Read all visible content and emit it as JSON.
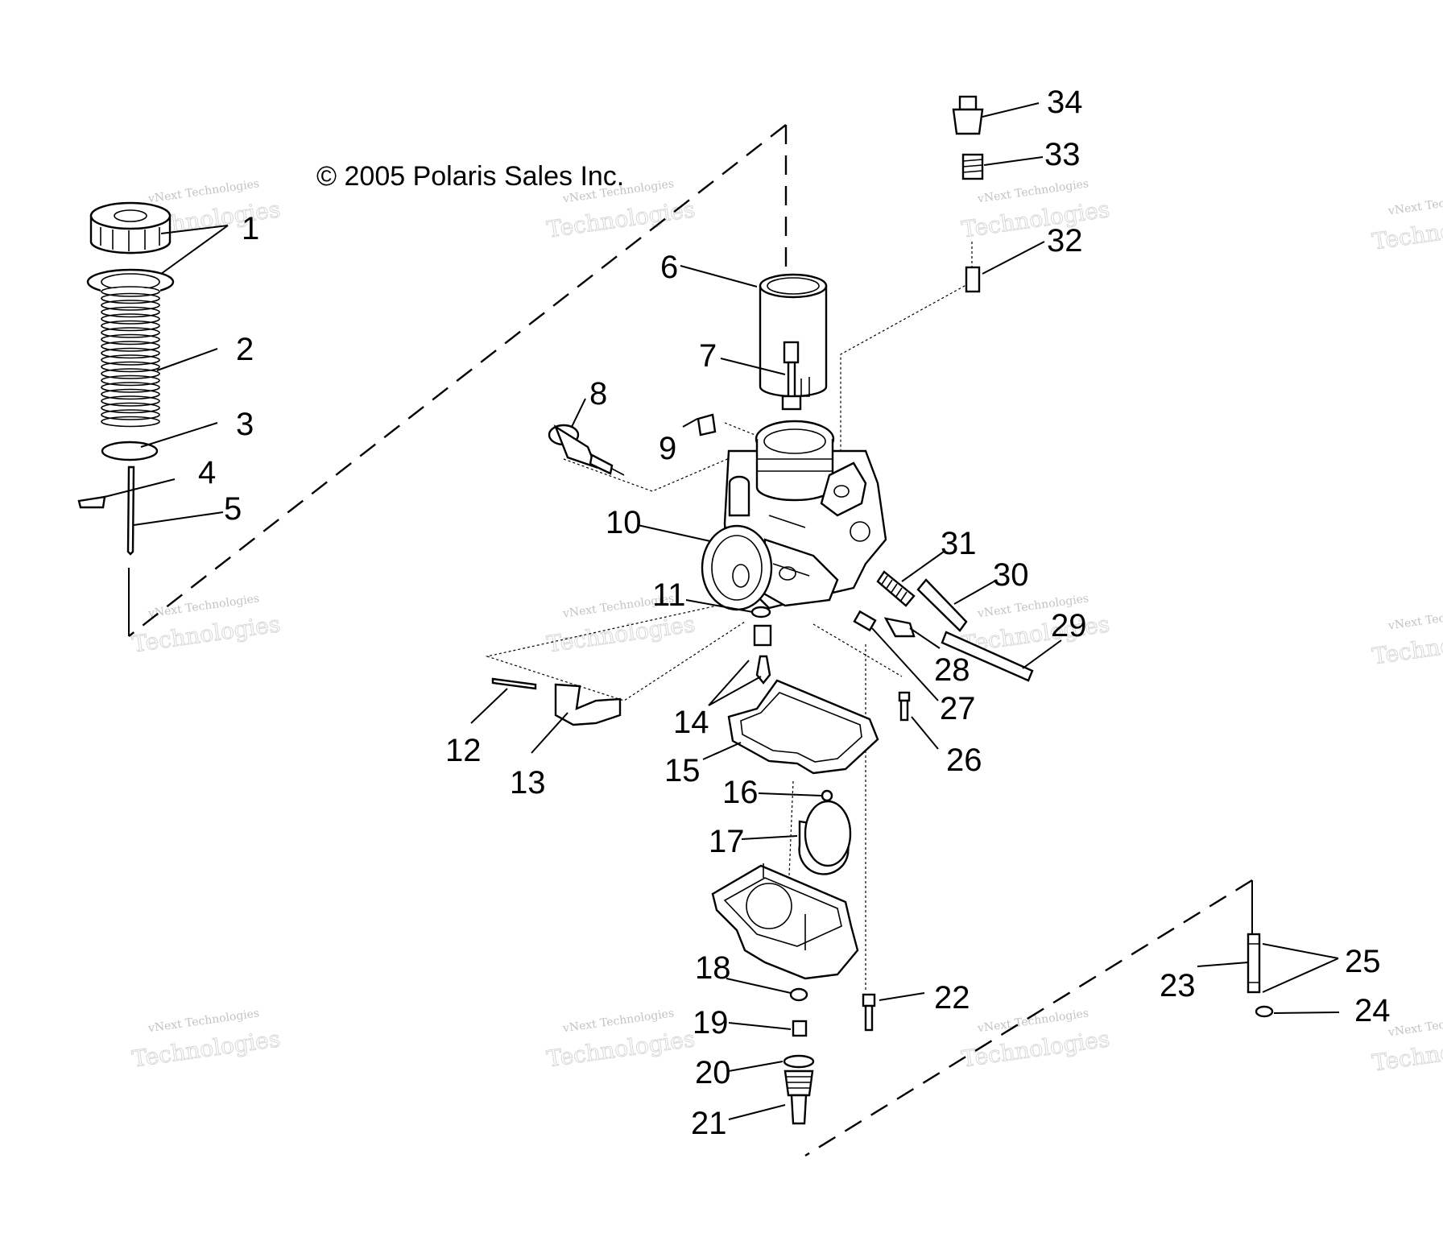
{
  "copyright": "© 2005 Polaris Sales Inc.",
  "watermark": {
    "line1": "vNext Technologies",
    "line2": "Technologies"
  },
  "callouts": [
    "1",
    "2",
    "3",
    "4",
    "5",
    "6",
    "7",
    "8",
    "9",
    "10",
    "11",
    "12",
    "13",
    "14",
    "15",
    "16",
    "17",
    "18",
    "19",
    "20",
    "21",
    "22",
    "23",
    "24",
    "25",
    "26",
    "27",
    "28",
    "29",
    "30",
    "31",
    "32",
    "33",
    "34"
  ]
}
